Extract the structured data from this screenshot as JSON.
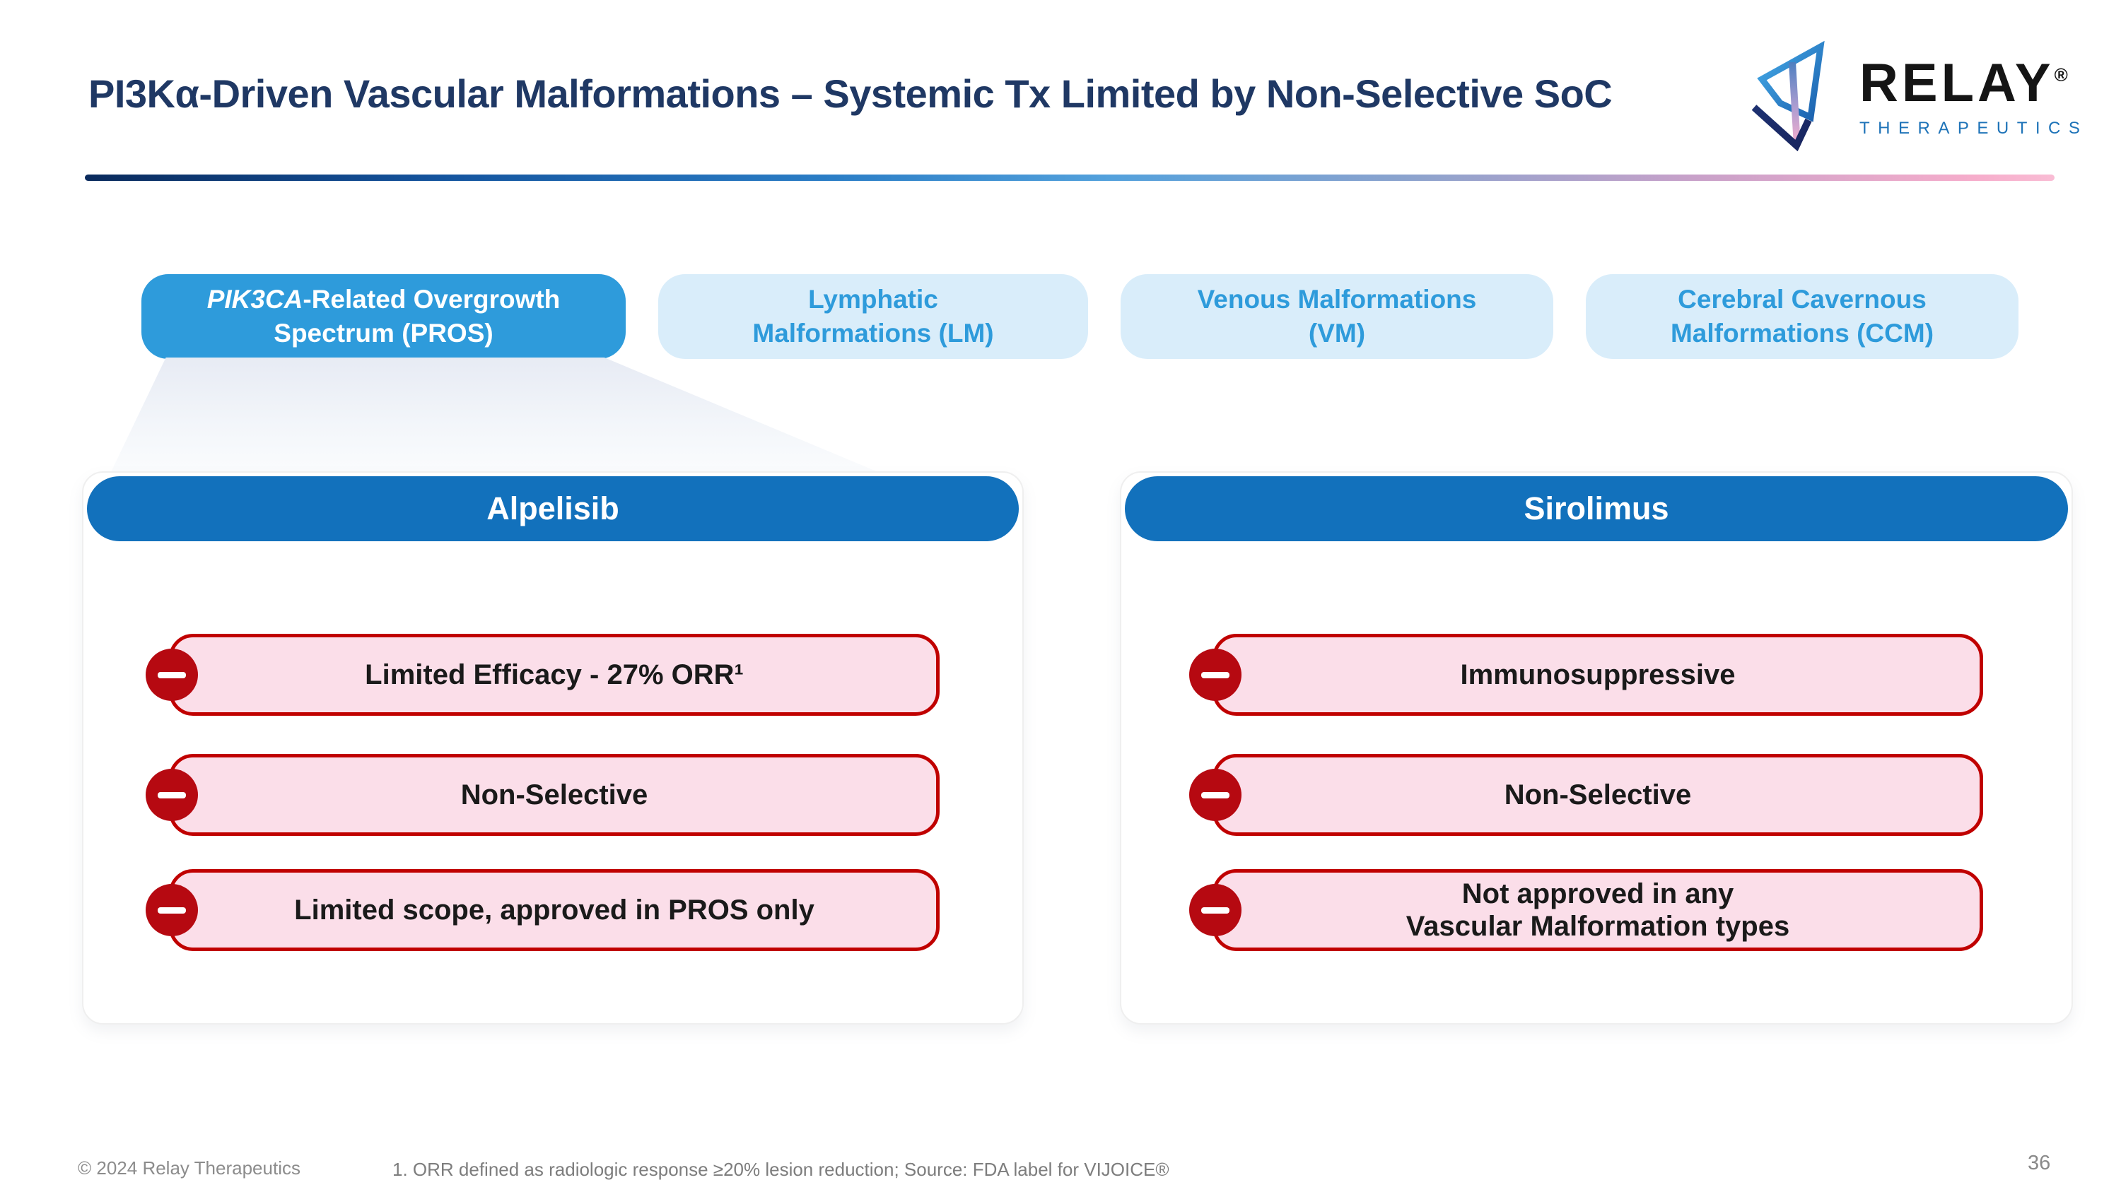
{
  "slide": {
    "title": "PI3Kα-Driven Vascular Malformations – Systemic Tx Limited by Non-Selective SoC",
    "copyright": "© 2024 Relay Therapeutics",
    "footnote": "1. ORR defined as radiologic response ≥20% lesion reduction; Source: FDA label for VIJOICE®",
    "page_number": "36"
  },
  "logo": {
    "name": "RELAY",
    "registered": "®",
    "subtitle": "THERAPEUTICS"
  },
  "tabs": [
    {
      "gene_prefix": "PIK3CA",
      "label": "-Related Overgrowth\nSpectrum (PROS)",
      "active": true
    },
    {
      "gene_prefix": "",
      "label": "Lymphatic\nMalformations (LM)",
      "active": false
    },
    {
      "gene_prefix": "",
      "label": "Venous Malformations\n(VM)",
      "active": false
    },
    {
      "gene_prefix": "",
      "label": "Cerebral Cavernous\nMalformations (CCM)",
      "active": false
    }
  ],
  "cards": [
    {
      "title": "Alpelisib",
      "items": [
        "Limited Efficacy - 27% ORR¹",
        "Non-Selective",
        "Limited scope, approved in PROS only"
      ]
    },
    {
      "title": "Sirolimus",
      "items": [
        "Immunosuppressive",
        "Non-Selective",
        "Not approved in any\nVascular Malformation types"
      ]
    }
  ],
  "icons": {
    "logo_mark": "relay-origami-arrow-mark",
    "limitation_marker": "minus-circle"
  },
  "colors": {
    "title_navy": "#1F3864",
    "active_tab_blue": "#2E9BDB",
    "inactive_tab_bg": "#D9EDFA",
    "inactive_tab_text": "#2E9BDB",
    "card_header_blue": "#1271BC",
    "pill_pink": "#FBDEE9",
    "pill_border_red": "#C00000",
    "minus_red": "#B60911",
    "divider_gradient_start": "#0A2A5C",
    "divider_gradient_end": "#F9BCD4",
    "footer_gray": "#8C8C8C"
  }
}
